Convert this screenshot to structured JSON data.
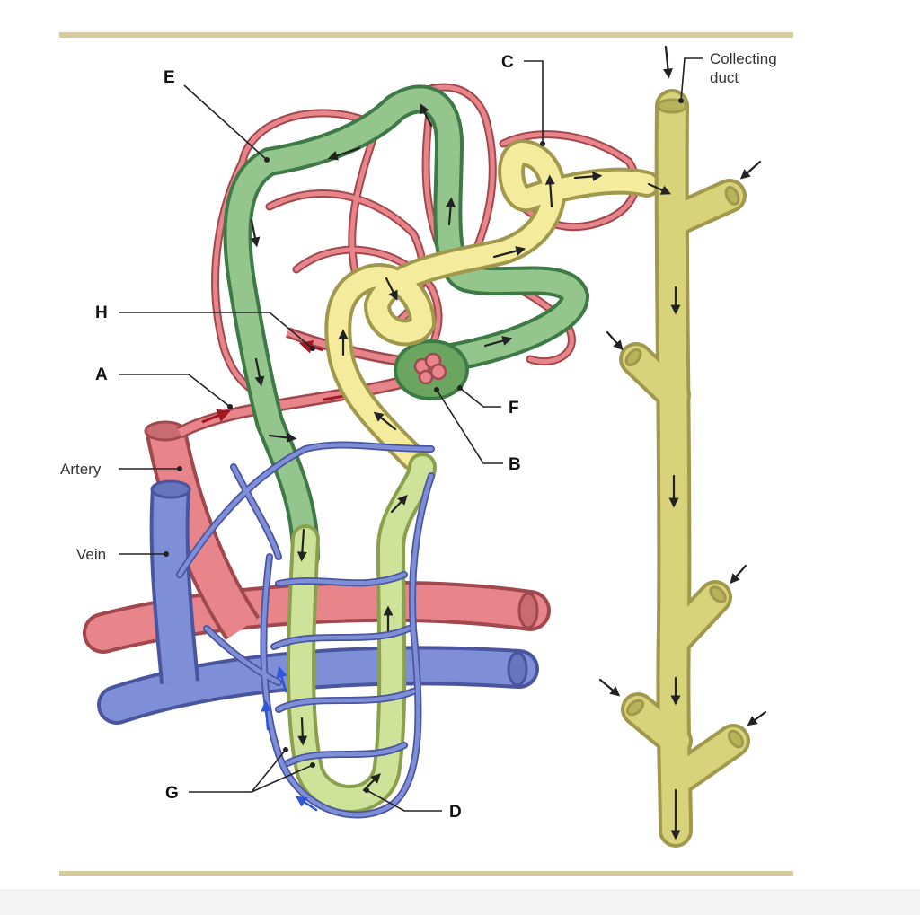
{
  "labels": {
    "A": "A",
    "B": "B",
    "C": "C",
    "D": "D",
    "E": "E",
    "F": "F",
    "G": "G",
    "H": "H",
    "artery": "Artery",
    "vein": "Vein",
    "collecting_duct_line1": "Collecting",
    "collecting_duct_line2": "duct"
  },
  "colors": {
    "frame_rule": "#d8caa0",
    "capillary_red": "#e8858a",
    "capillary_red_dark": "#a0484e",
    "tubule_green": "#93c58c",
    "tubule_green_dark": "#3e7a46",
    "tubule_yellow": "#f4ec9c",
    "duct_olive": "#d8d27a",
    "vessel_blue": "#7e8fd8",
    "vessel_blue_dark": "#4a55a0",
    "loop_green": "#cfe29a",
    "flow_arrow_blue": "#2e56d8"
  }
}
